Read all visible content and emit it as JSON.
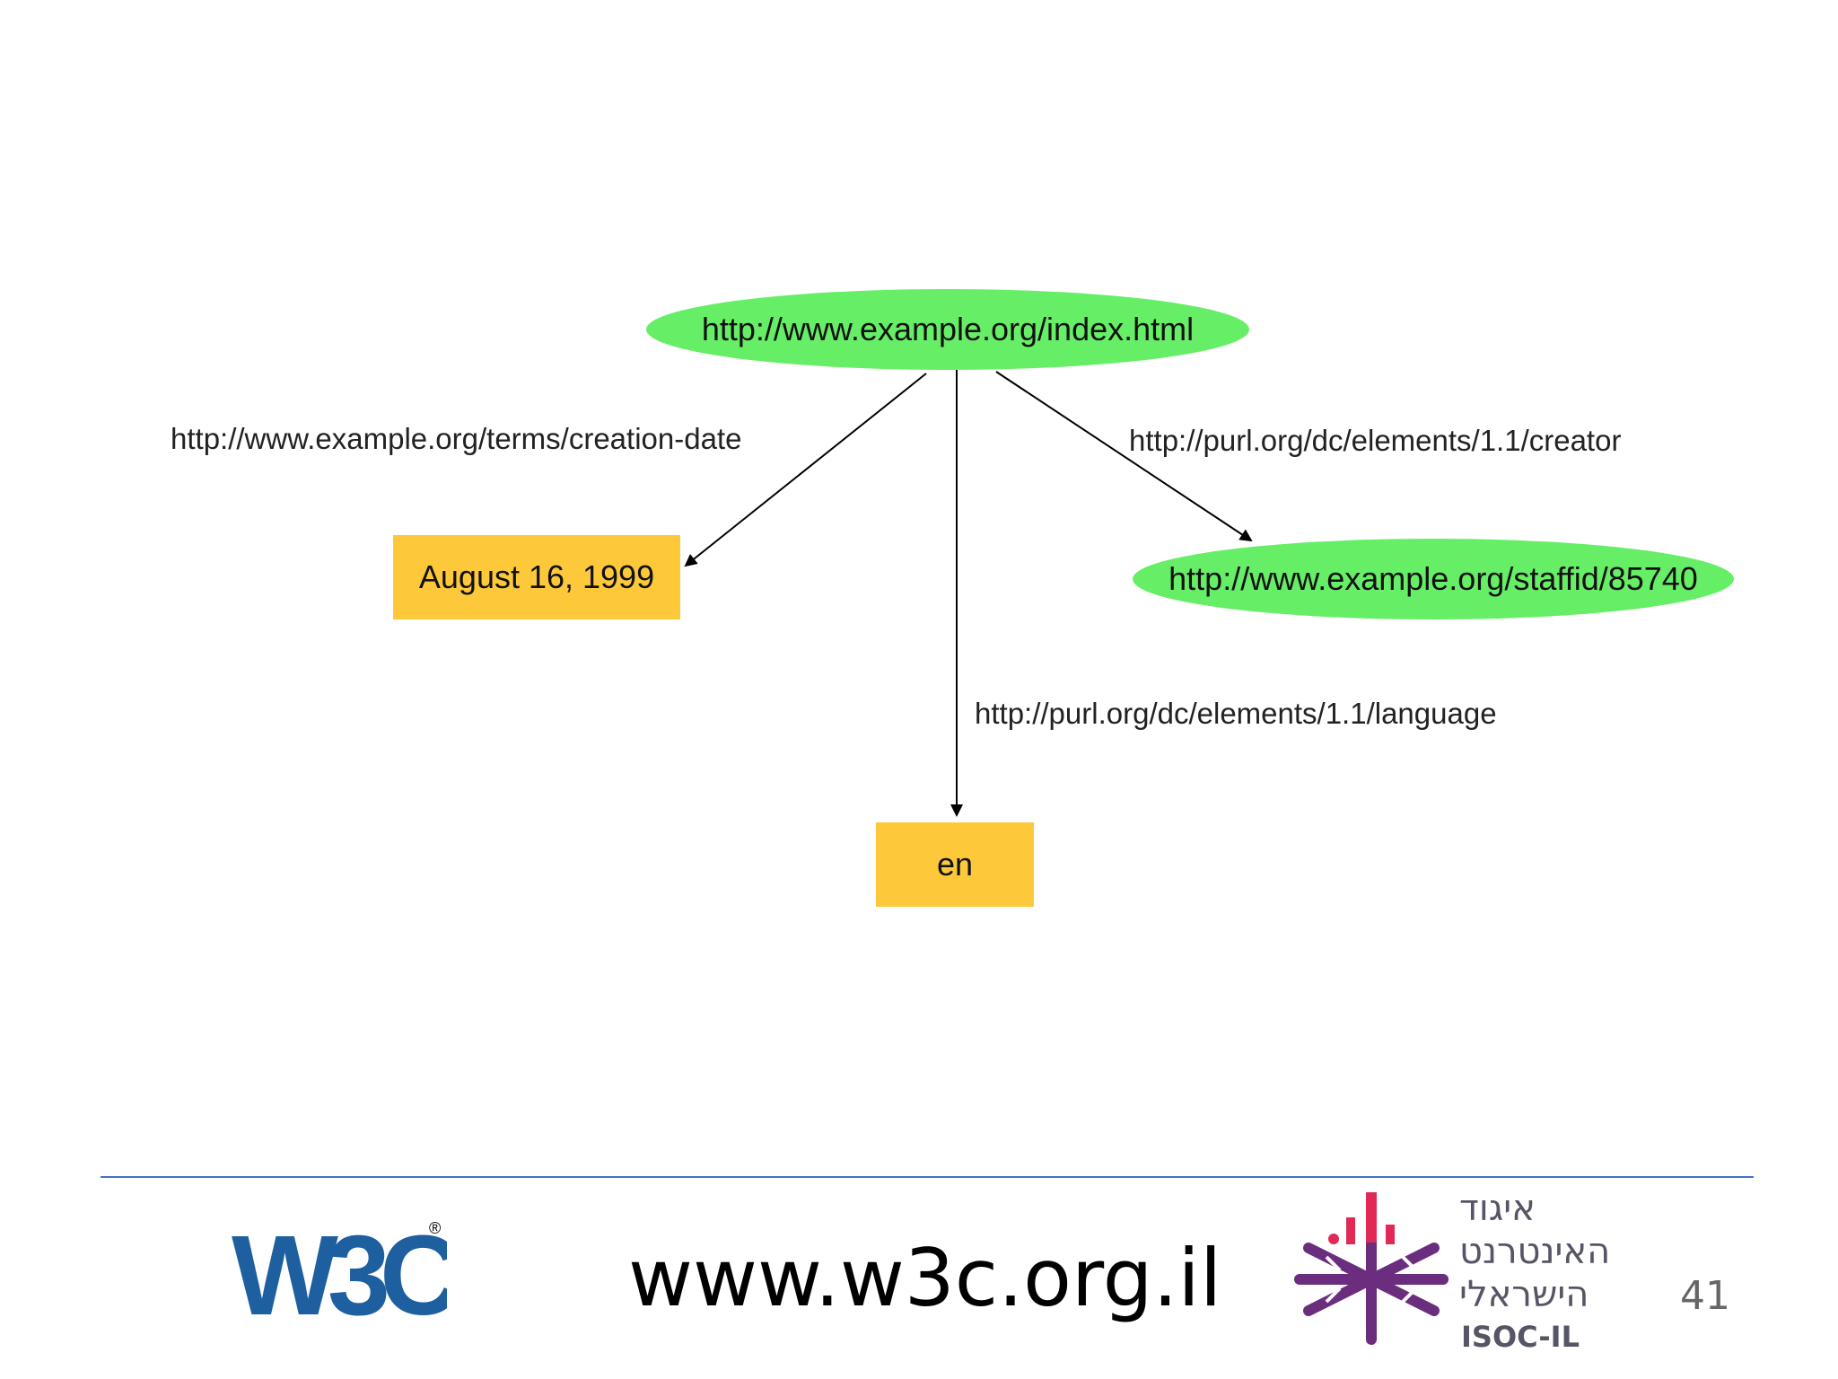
{
  "diagram": {
    "nodes": {
      "subject": "http://www.example.org/index.html",
      "creator_object": "http://www.example.org/staffid/85740",
      "date_literal": "August 16, 1999",
      "language_literal": "en"
    },
    "edges": {
      "creation_date": "http://www.example.org/terms/creation-date",
      "creator": "http://purl.org/dc/elements/1.1/creator",
      "language": "http://purl.org/dc/elements/1.1/language"
    },
    "colors": {
      "resource": "#66ee66",
      "literal": "#fdc93a"
    }
  },
  "footer": {
    "logo_left": "W3C",
    "logo_left_mark": "®",
    "site_url": "www.w3c.org.il",
    "isoc_lines": [
      "איגוד",
      "האינטרנט",
      "הישראלי"
    ],
    "isoc_latin": "ISOC-IL",
    "page_number": "41",
    "rule_color": "#4472c4"
  }
}
